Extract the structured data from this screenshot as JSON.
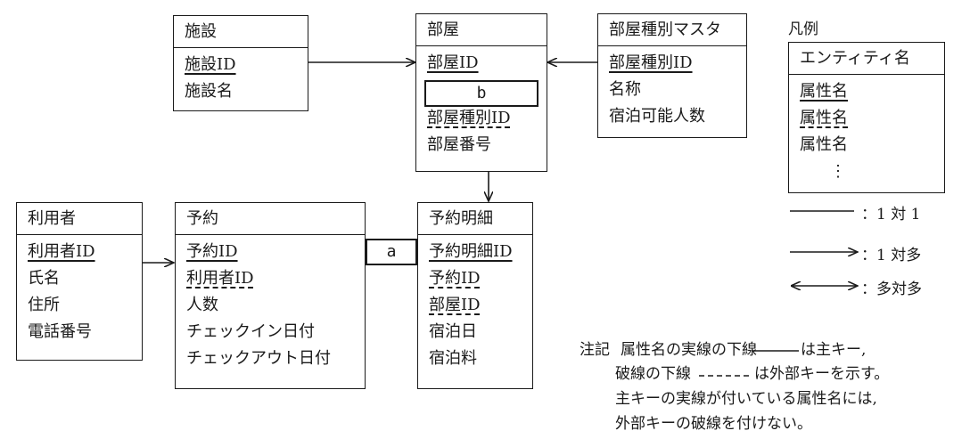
{
  "entities": {
    "shisetsu": {
      "title": "施設",
      "attrs": [
        "施設ID",
        "施設名"
      ]
    },
    "heya": {
      "title": "部屋",
      "attrs": [
        "部屋ID",
        "b",
        "部屋種別ID",
        "部屋番号"
      ]
    },
    "heya_shubetsu": {
      "title": "部屋種別マスタ",
      "attrs": [
        "部屋種別ID",
        "名称",
        "宿泊可能人数"
      ]
    },
    "riyousha": {
      "title": "利用者",
      "attrs": [
        "利用者ID",
        "氏名",
        "住所",
        "電話番号"
      ]
    },
    "yoyaku": {
      "title": "予約",
      "attrs": [
        "予約ID",
        "利用者ID",
        "人数",
        "チェックイン日付",
        "チェックアウト日付"
      ]
    },
    "yoyaku_meisai": {
      "title": "予約明細",
      "attrs": [
        "予約明細ID",
        "予約ID",
        "部屋ID",
        "宿泊日",
        "宿泊料"
      ]
    }
  },
  "blank_a": "a",
  "legend": {
    "heading": "凡例",
    "entity_title": "エンティティ名",
    "attrs": [
      "属性名",
      "属性名",
      "属性名",
      "⋮"
    ],
    "one_to_one": "：1 対 1",
    "one_to_many": "：1 対多",
    "many_to_many": "：多対多"
  },
  "note": {
    "prefix": "注記",
    "lines": [
      "属性名の実線の下線",
      "は主キー,",
      "破線の下線",
      "は外部キーを示す。",
      "主キーの実線が付いている属性名には,",
      "外部キーの破線を付けない。"
    ]
  }
}
